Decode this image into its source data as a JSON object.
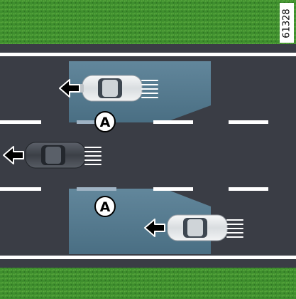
{
  "diagram_id": "61328",
  "zone_label": "A",
  "colors": {
    "grass": "#3f8f2e",
    "road": "#3a3d45",
    "zone": "#5f8fa8",
    "lane_marking": "#ffffff",
    "car_white": "#e9ecee",
    "car_dark": "#4a4f57",
    "arrow": "#000000"
  },
  "cars": [
    {
      "name": "car-top-lane",
      "color_key": "car_white",
      "direction": "left"
    },
    {
      "name": "car-middle-lane",
      "color_key": "car_dark",
      "direction": "left"
    },
    {
      "name": "car-bottom-lane",
      "color_key": "car_white",
      "direction": "left"
    }
  ]
}
